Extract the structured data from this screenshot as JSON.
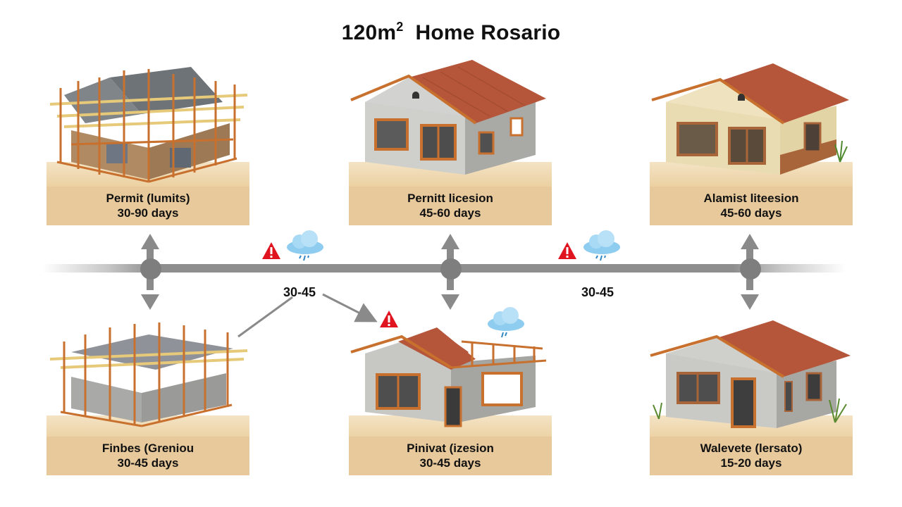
{
  "title": {
    "prefix": "120m",
    "superscript": "2",
    "text": "Home Rosario"
  },
  "stages": [
    {
      "id": "top-left",
      "line1": "Permit (lumits)",
      "line2": "30-90 days",
      "scene": "scaffolding-frame-with-gray-roof"
    },
    {
      "id": "top-middle",
      "line1": "Pernitt licesion",
      "line2": "45-60 days",
      "scene": "gray-block-house-tile-roof"
    },
    {
      "id": "top-right",
      "line1": "Alamist liteesion",
      "line2": "45-60 days",
      "scene": "cream-brick-house-tile-roof"
    },
    {
      "id": "bottom-left",
      "line1": "Finbes (Greniou",
      "line2": "30-45 days",
      "scene": "block-walls-with-scaffolding"
    },
    {
      "id": "bottom-middle",
      "line1": "Pinivat (izesion",
      "line2": "30-45 days",
      "scene": "partial-tile-roof-house"
    },
    {
      "id": "bottom-right",
      "line1": "Walevete (lersato)",
      "line2": "15-20 days",
      "scene": "finished-block-house-with-door"
    }
  ],
  "timeline": {
    "nodes": 3,
    "durations": [
      "30-45",
      "30-45"
    ],
    "icons": [
      "warning-icon",
      "rain-cloud-icon",
      "warning-icon",
      "rain-cloud-icon",
      "warning-icon",
      "rain-cloud-icon"
    ]
  },
  "colors": {
    "label_bg": "#e8c99b",
    "timeline": "#8e8e8e",
    "warning": "#e0141e",
    "cloud": "#8fcdf0",
    "roof_tile": "#b5563a",
    "scaffold": "#c8702e"
  }
}
